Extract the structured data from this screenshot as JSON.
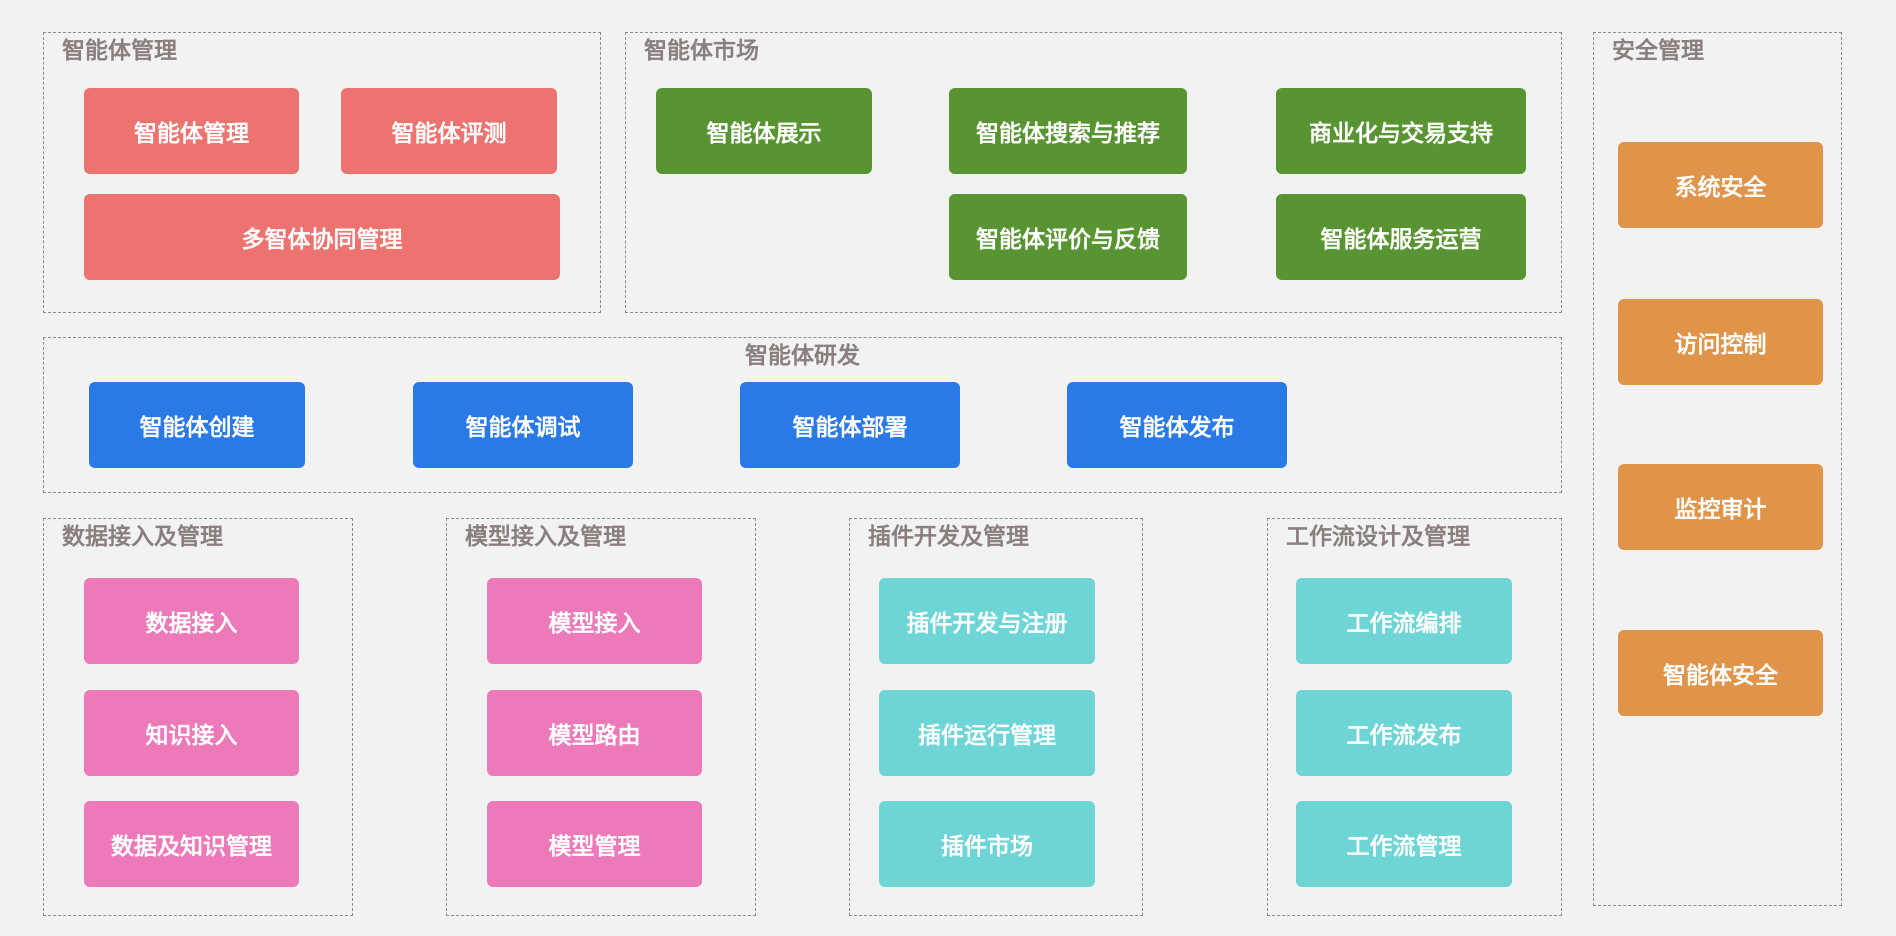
{
  "colors": {
    "background": "#f2f2f2",
    "agent_management": "#ed7370",
    "agent_market": "#589532",
    "agent_development": "#2979e6",
    "data_model": "#ed79b8",
    "plugin_workflow": "#6dd5d6",
    "security": "#e0944a",
    "group_title": "#8a7f7f",
    "group_border": "#8c8c8c"
  },
  "groups": {
    "agent_management": {
      "title": "智能体管理",
      "items": [
        "智能体管理",
        "智能体评测",
        "多智体协同管理"
      ]
    },
    "agent_market": {
      "title": "智能体市场",
      "items": [
        "智能体展示",
        "智能体搜索与推荐",
        "商业化与交易支持",
        "智能体评价与反馈",
        "智能体服务运营"
      ]
    },
    "security": {
      "title": "安全管理",
      "items": [
        "系统安全",
        "访问控制",
        "监控审计",
        "智能体安全"
      ]
    },
    "agent_development": {
      "title": "智能体研发",
      "items": [
        "智能体创建",
        "智能体调试",
        "智能体部署",
        "智能体发布"
      ]
    },
    "data": {
      "title": "数据接入及管理",
      "items": [
        "数据接入",
        "知识接入",
        "数据及知识管理"
      ]
    },
    "model": {
      "title": "模型接入及管理",
      "items": [
        "模型接入",
        "模型路由",
        "模型管理"
      ]
    },
    "plugin": {
      "title": "插件开发及管理",
      "items": [
        "插件开发与注册",
        "插件运行管理",
        "插件市场"
      ]
    },
    "workflow": {
      "title": "工作流设计及管理",
      "items": [
        "工作流编排",
        "工作流发布",
        "工作流管理"
      ]
    }
  }
}
